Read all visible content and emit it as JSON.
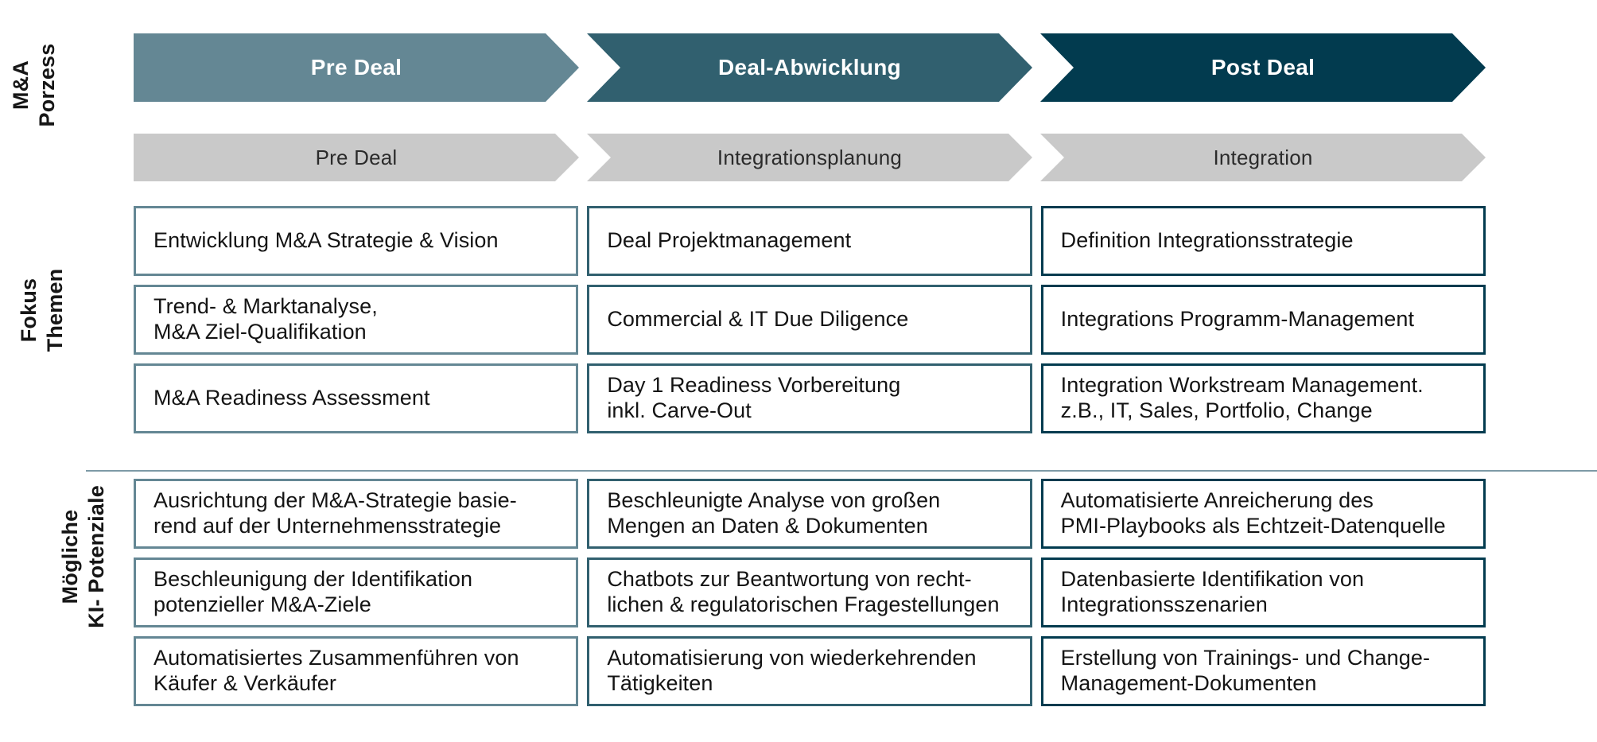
{
  "colors": {
    "phase1": "#648794",
    "phase2": "#31606f",
    "phase3": "#023b4f",
    "phase_band_gray": "#c9c9c9",
    "divider": "#7d9aa6",
    "text_dark": "#141414",
    "text_on_arrow": "#ffffff"
  },
  "row_labels": {
    "process": "M&A\nPorzess",
    "fokus": "Fokus\nThemen",
    "ki": "Mögliche\nKI- Potenziale"
  },
  "process_band": {
    "segments": [
      {
        "label": "Pre Deal",
        "color": "#648794"
      },
      {
        "label": "Deal-Abwicklung",
        "color": "#31606f"
      },
      {
        "label": "Post Deal",
        "color": "#023b4f"
      }
    ]
  },
  "phase_band": {
    "segments": [
      {
        "label": "Pre Deal",
        "color": "#c9c9c9"
      },
      {
        "label": "Integrationsplanung",
        "color": "#c9c9c9"
      },
      {
        "label": "Integration",
        "color": "#c9c9c9"
      }
    ]
  },
  "fokus_themen": {
    "rows": [
      [
        "Entwicklung M&A Strategie & Vision",
        "Deal Projektmanagement",
        "Definition Integrationsstrategie"
      ],
      [
        "Trend- & Marktanalyse,\nM&A Ziel-Qualifikation",
        "Commercial & IT Due Diligence",
        "Integrations Programm-Management"
      ],
      [
        "M&A Readiness Assessment",
        "Day 1 Readiness Vorbereitung\ninkl. Carve-Out",
        "Integration Workstream Management.\nz.B., IT, Sales, Portfolio, Change"
      ]
    ]
  },
  "ki_potenziale": {
    "rows": [
      [
        "Ausrichtung der M&A-Strategie basie-\nrend auf der Unternehmensstrategie",
        "Beschleunigte Analyse von großen\nMengen an Daten & Dokumenten",
        "Automatisierte Anreicherung des\nPMI-Playbooks als Echtzeit-Datenquelle"
      ],
      [
        "Beschleunigung der Identifikation\npotenzieller M&A-Ziele",
        "Chatbots zur Beantwortung von recht-\nlichen & regulatorischen Fragestellungen",
        "Datenbasierte Identifikation von\nIntegrationsszenarien"
      ],
      [
        "Automatisiertes Zusammenführen von\nKäufer & Verkäufer",
        "Automatisierung von wiederkehrenden\nTätigkeiten",
        "Erstellung von Trainings- und Change-\nManagement-Dokumenten"
      ]
    ]
  }
}
